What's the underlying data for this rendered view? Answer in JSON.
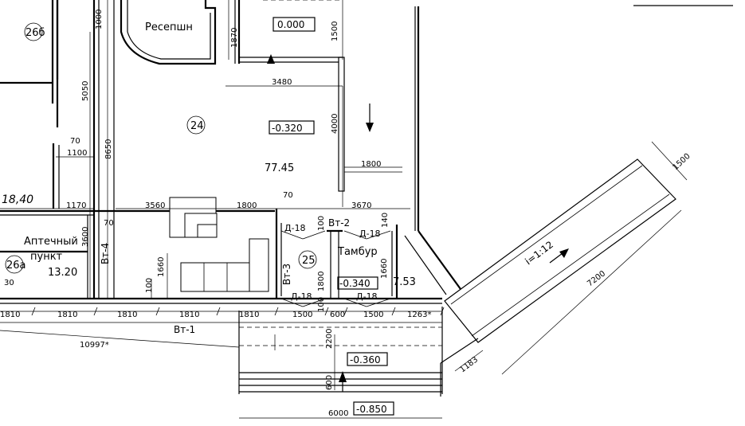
{
  "rooms": {
    "r26b": "26б",
    "r24": "24",
    "r25": "25",
    "r26a": "26а",
    "reception": "Ресепшн",
    "pharmacy_line1": "Аптечный",
    "pharmacy_line2": "пункт",
    "vestibule": "Тамбур"
  },
  "areas": {
    "a24": "77.45",
    "a26a": "13.20",
    "a25": "7.53",
    "left_area": "18,40"
  },
  "levels": {
    "l0": "0.000",
    "l320": "-0.320",
    "l340": "-0.340",
    "l360": "-0.360",
    "l850": "-0.850"
  },
  "doors": {
    "d18_a": "Д-18",
    "d18_b": "Д-18",
    "d18_c": "Д-18",
    "d18_d": "Д-18"
  },
  "stained": {
    "vt1": "Вт-1",
    "vt2": "Вт-2",
    "vt3": "Вт-3",
    "vt4": "Вт-4"
  },
  "ramp": {
    "slope": "i=1:12",
    "length": "7200",
    "width": "1500",
    "end_width": "1183"
  },
  "dims": {
    "d1000": "1000",
    "d1870": "1870",
    "d1500_top": "1500",
    "d3480": "3480",
    "d5050": "5050",
    "d4000": "4000",
    "d8650": "8650",
    "d70_a": "70",
    "d1100": "1100",
    "d1800_right": "1800",
    "d70_b": "70",
    "d1170": "1170",
    "d3560": "3560",
    "d1800_mid": "1800",
    "d3670": "3670",
    "d70_c": "70",
    "d3600": "3600",
    "d100_a": "100",
    "d140": "140",
    "d1660_a": "1660",
    "d1660_b": "1660",
    "d100_b": "100",
    "d1800_vert": "1800",
    "d100_c": "100",
    "d30": "30",
    "d1810_1": "1810",
    "d1810_2": "1810",
    "d1810_3": "1810",
    "d1810_4": "1810",
    "d1810_5": "1810",
    "d1500_b1": "1500",
    "d600_b": "600",
    "d1500_b2": "1500",
    "d1263": "1263*",
    "d10997": "10997*",
    "d2200": "2200",
    "d600_v": "600",
    "d6000": "6000"
  }
}
